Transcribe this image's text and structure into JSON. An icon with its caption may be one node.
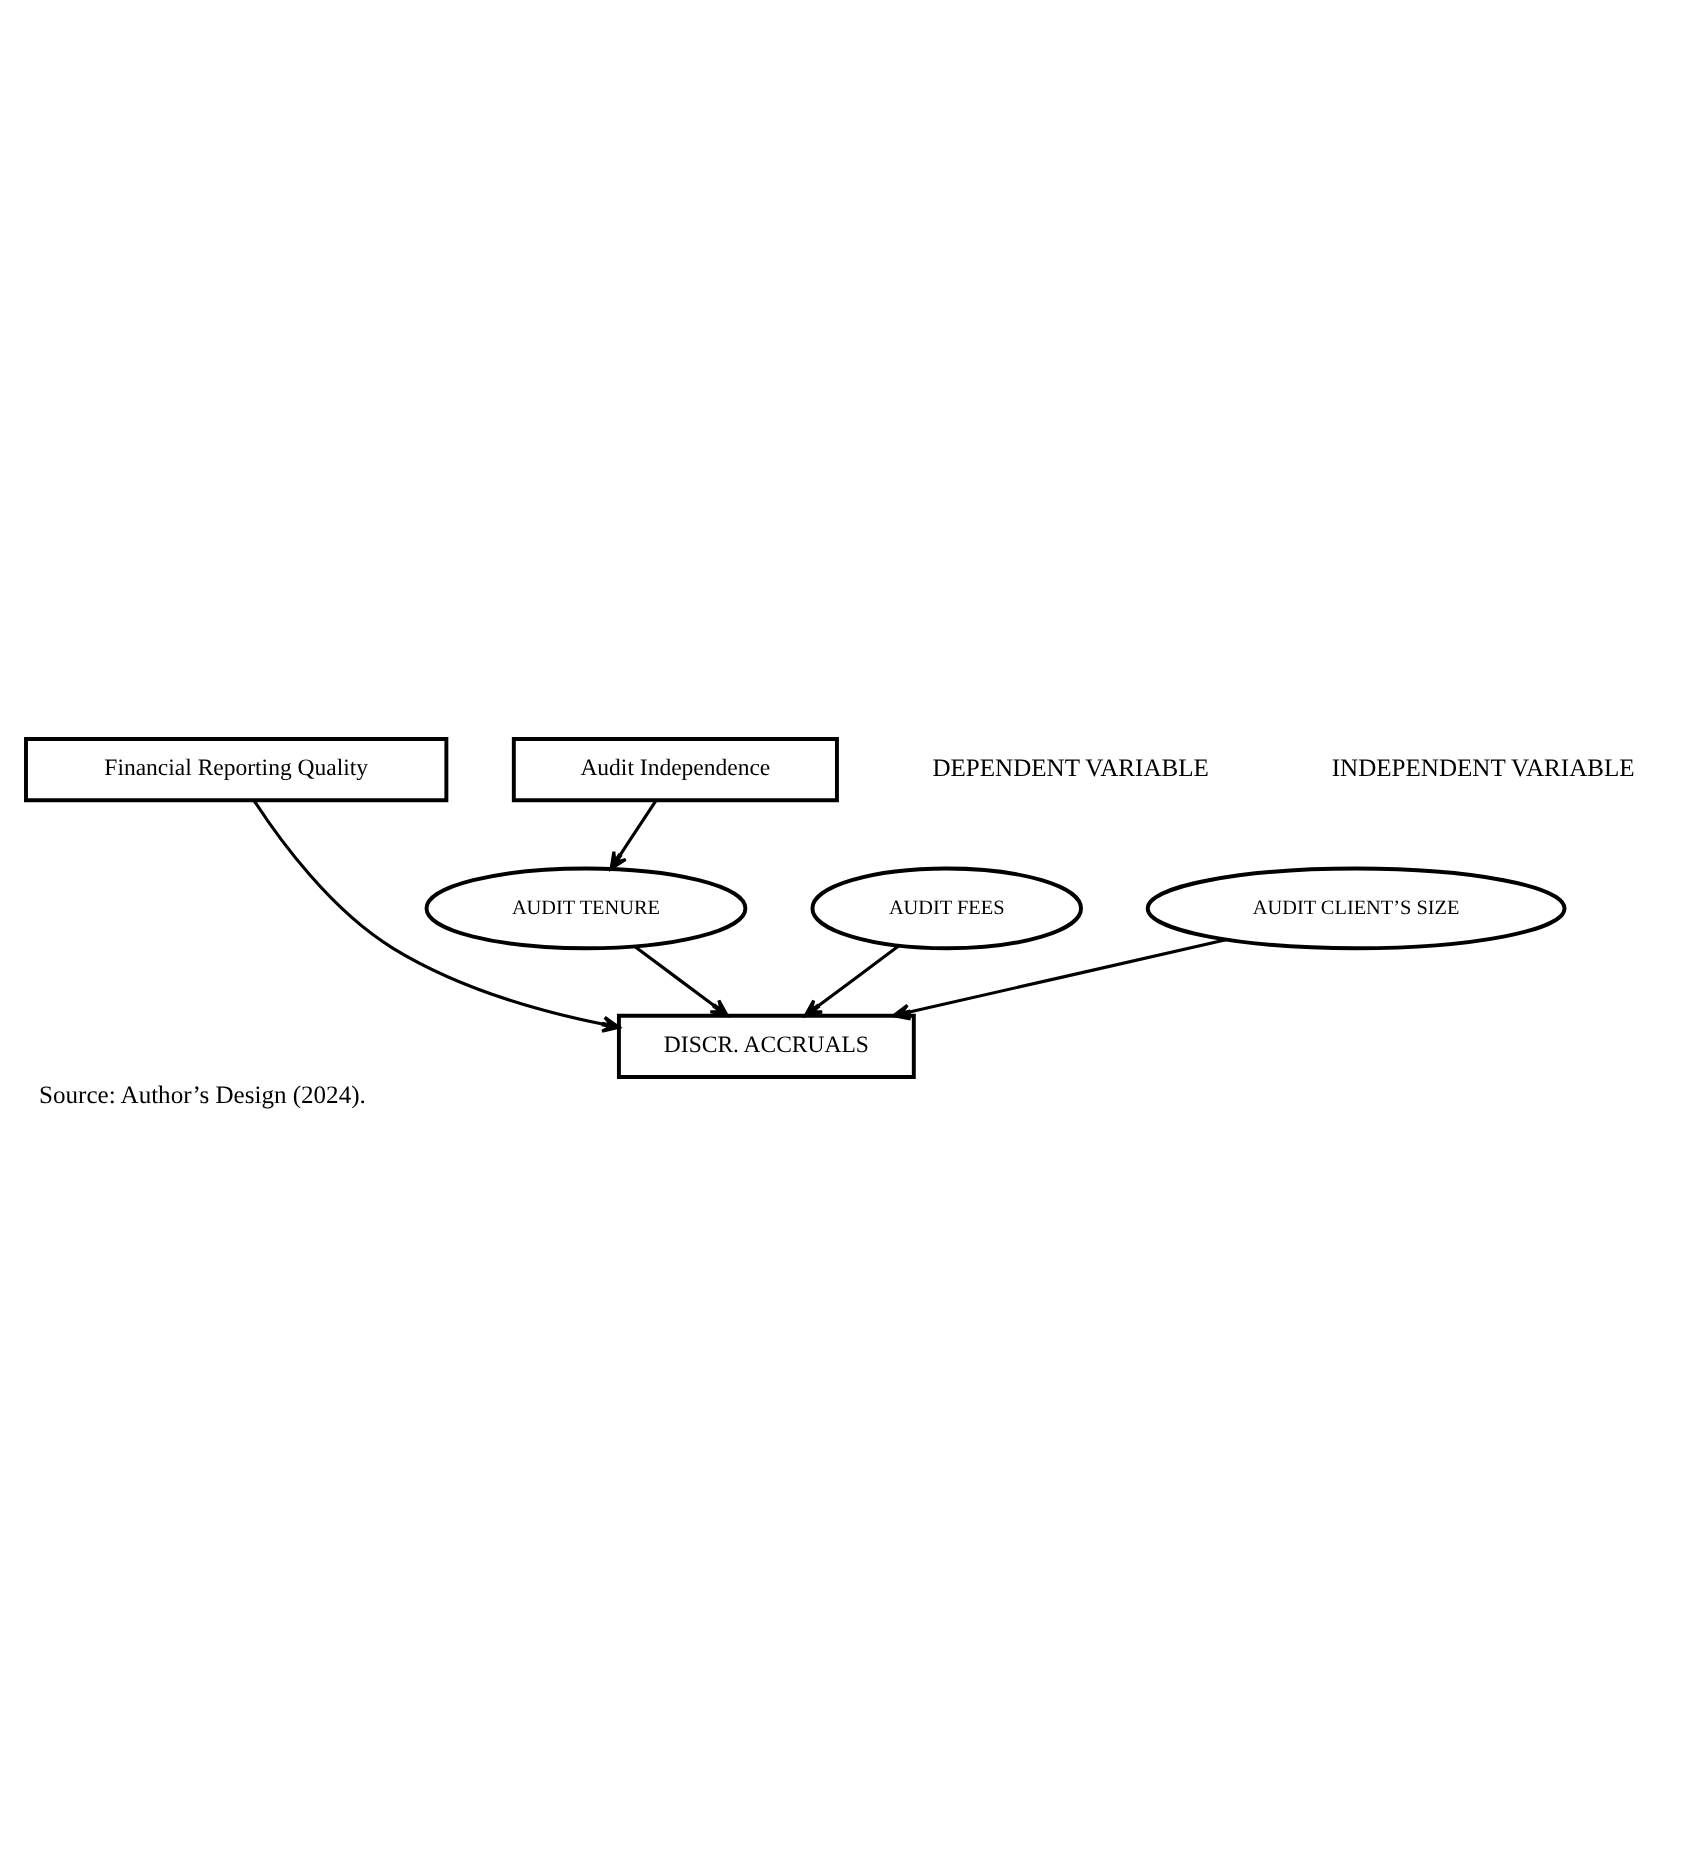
{
  "diagram": {
    "caption": "Source: Author’s Design (2024).",
    "nodes": [
      {
        "text": [
          "Financial Reporting Quality"
        ]
      },
      {
        "text": [
          "Audit Independence"
        ]
      },
      {
        "text": [
          "AUDIT TENURE"
        ]
      },
      {
        "text": [
          "DISCR. ACCRUALS"
        ]
      },
      {
        "text": [
          "AUDIT FEES"
        ]
      },
      {
        "text": [
          "AUDIT CLIENT’S SIZE"
        ]
      }
    ],
    "edges": [
      {
        "from": 0,
        "to": 3,
        "arrow": "to"
      },
      {
        "from": 1,
        "to": 2,
        "arrow": "to"
      },
      {
        "from": 2,
        "to": 3,
        "arrow": "to"
      },
      {
        "from": 4,
        "to": 3,
        "arrow": "to"
      },
      {
        "from": 5,
        "to": 3,
        "arrow": "to"
      }
    ],
    "labels": [
      "DEPENDENT VARIABLE",
      "INDEPENDENT VARIABLE"
    ]
  }
}
